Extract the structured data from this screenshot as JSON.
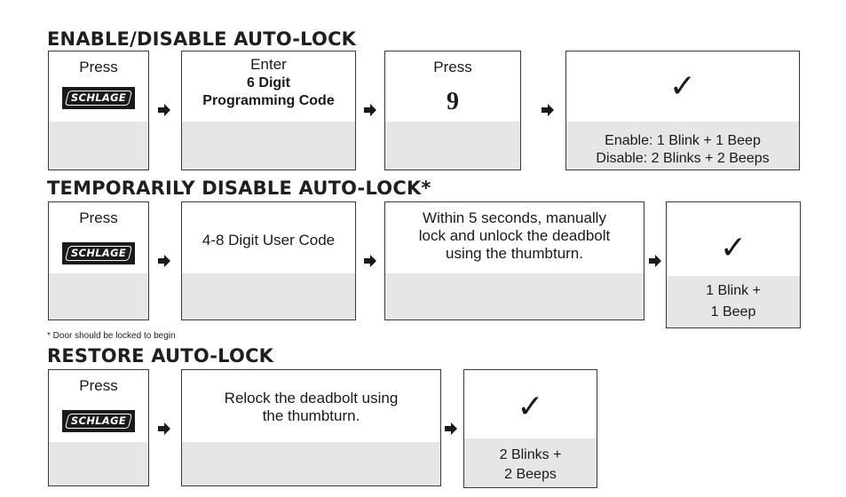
{
  "sections": {
    "enable": {
      "title": "ENABLE/DISABLE AUTO-LOCK",
      "step1": "Press",
      "step2_line1": "Enter",
      "step2_line2": "6 Digit",
      "step2_line3": "Programming Code",
      "step3_line1": "Press",
      "step3_key": "9",
      "result_line1": "Enable: 1 Blink + 1 Beep",
      "result_line2": "Disable: 2 Blinks + 2 Beeps"
    },
    "temp": {
      "title": "TEMPORARILY DISABLE AUTO-LOCK*",
      "step1": "Press",
      "step2": "4-8 Digit User Code",
      "step3_line1": "Within 5 seconds, manually",
      "step3_line2": "lock and unlock the deadbolt",
      "step3_line3": "using the thumbturn.",
      "result_line1": "1 Blink +",
      "result_line2": "1 Beep"
    },
    "footnote": "* Door should be locked to begin",
    "restore": {
      "title": "RESTORE AUTO-LOCK",
      "step1": "Press",
      "step2_line1": "Relock the deadbolt using",
      "step2_line2": "the thumbturn.",
      "result_line1": "2 Blinks +",
      "result_line2": "2 Beeps"
    }
  },
  "logo_text": "SCHLAGE",
  "check_mark": "✓",
  "colors": {
    "box_border": "#3a3a3a",
    "box_fill_bottom": "#e6e6e6",
    "logo_bg": "#1a1a1a"
  }
}
